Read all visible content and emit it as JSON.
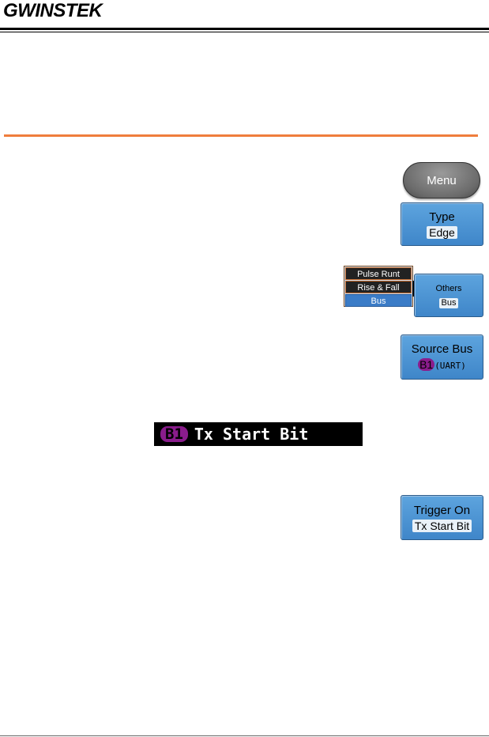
{
  "header": {
    "logo_text": "GWINSTEK"
  },
  "softkeys": {
    "menu": {
      "label": "Menu"
    },
    "type": {
      "label": "Type",
      "value": "Edge"
    },
    "others": {
      "label": "Others",
      "value": "Bus"
    },
    "source_bus": {
      "label": "Source Bus",
      "chip": "B1",
      "value": "(UART)"
    },
    "trigger_on": {
      "label": "Trigger On",
      "value": "Tx Start Bit"
    }
  },
  "dropdown": {
    "items": [
      "Pulse Runt",
      "Rise & Fall",
      "Bus"
    ],
    "selected": "Bus"
  },
  "banner": {
    "chip": "B1",
    "text": "Tx Start Bit"
  },
  "colors": {
    "accent_rule": "#ef7d3c",
    "softkey_blue": "#4a93d4",
    "bus_chip": "#8a1c8c"
  }
}
